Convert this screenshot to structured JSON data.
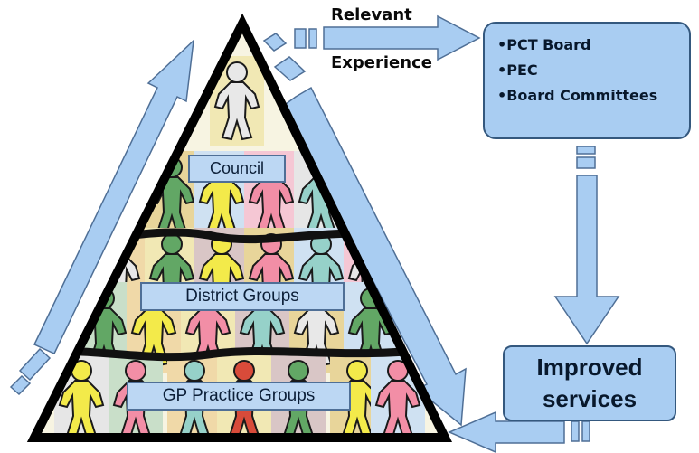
{
  "labels": {
    "relevant": "Relevant",
    "experience": "Experience"
  },
  "pyramid": {
    "tiers": [
      "Council",
      "District Groups",
      "GP Practice Groups"
    ]
  },
  "governance_box": {
    "items": [
      "•PCT Board",
      "•PEC",
      "•Board Committees"
    ]
  },
  "outcome_box": {
    "line1": "Improved",
    "line2": "services"
  },
  "colors": {
    "arrow_fill": "#a9cdf2",
    "arrow_stroke": "#4f6f96",
    "pyramid_outline": "#000000",
    "figure_colors": [
      "#e8e8e8",
      "#62a765",
      "#f3ea4a",
      "#f28ea6",
      "#96d1c9",
      "#d84b3a"
    ]
  }
}
